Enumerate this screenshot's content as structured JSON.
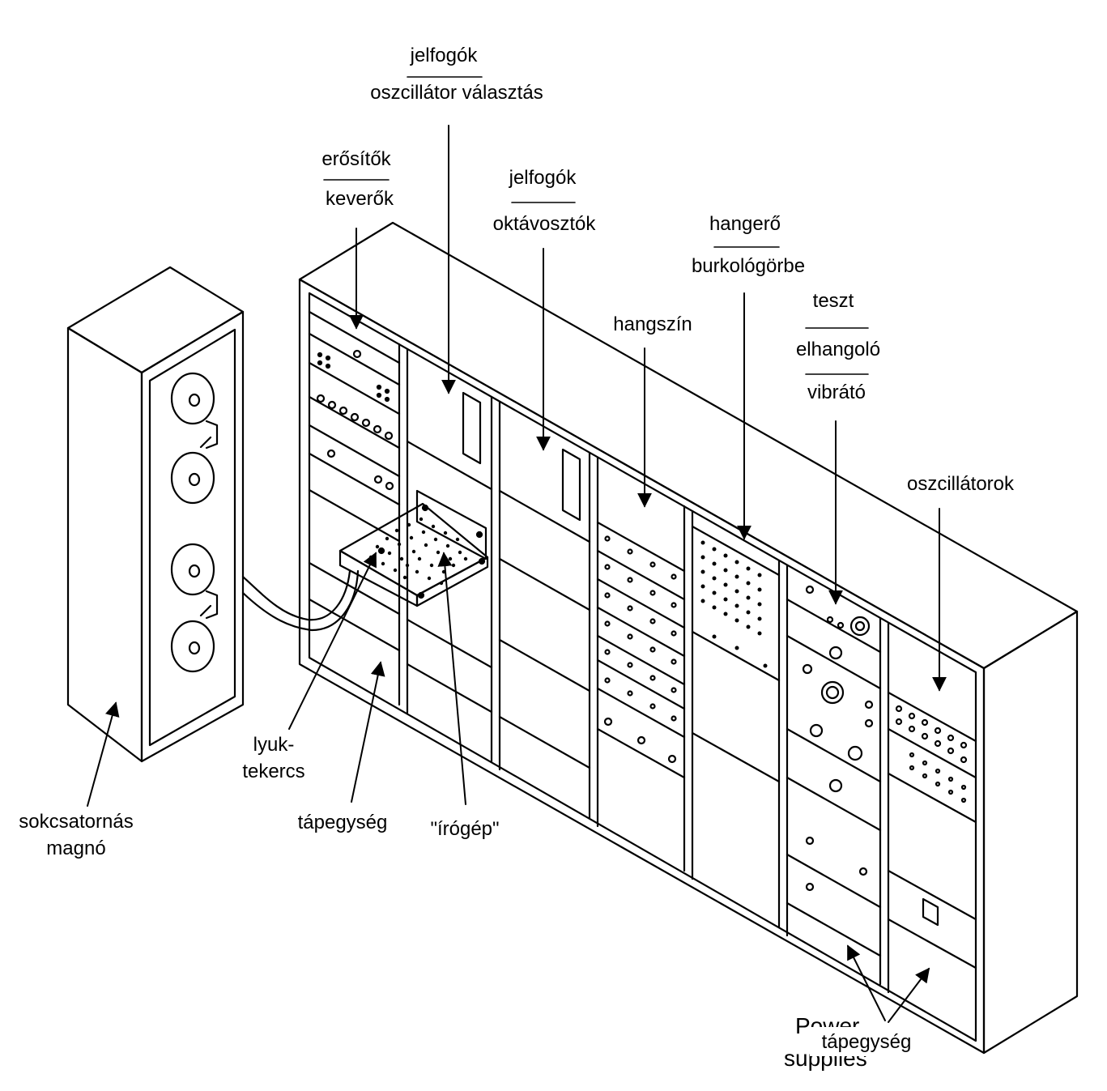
{
  "labels": {
    "relays_top": "jelfogók",
    "osc_select": "oszcillátor választás",
    "amplifiers": "erősítők",
    "mixers": "keverők",
    "relays_mid": "jelfogók",
    "octave": "oktávosztók",
    "volume": "hangerő",
    "envelope": "burkológörbe",
    "timbre": "hangszín",
    "test": "teszt",
    "detune": "elhangoló",
    "vibrato": "vibrátó",
    "oscillators": "oszcillátorok",
    "tape_line1": "sokcsatornás",
    "tape_line2": "magnó",
    "punch_line1": "lyuk-",
    "punch_line2": "tekercs",
    "power_left": "tápegység",
    "typewriter": "\"írógép\"",
    "power_right": "tápegység",
    "ghost_en_1": "Power",
    "ghost_en_2": "supplies"
  }
}
